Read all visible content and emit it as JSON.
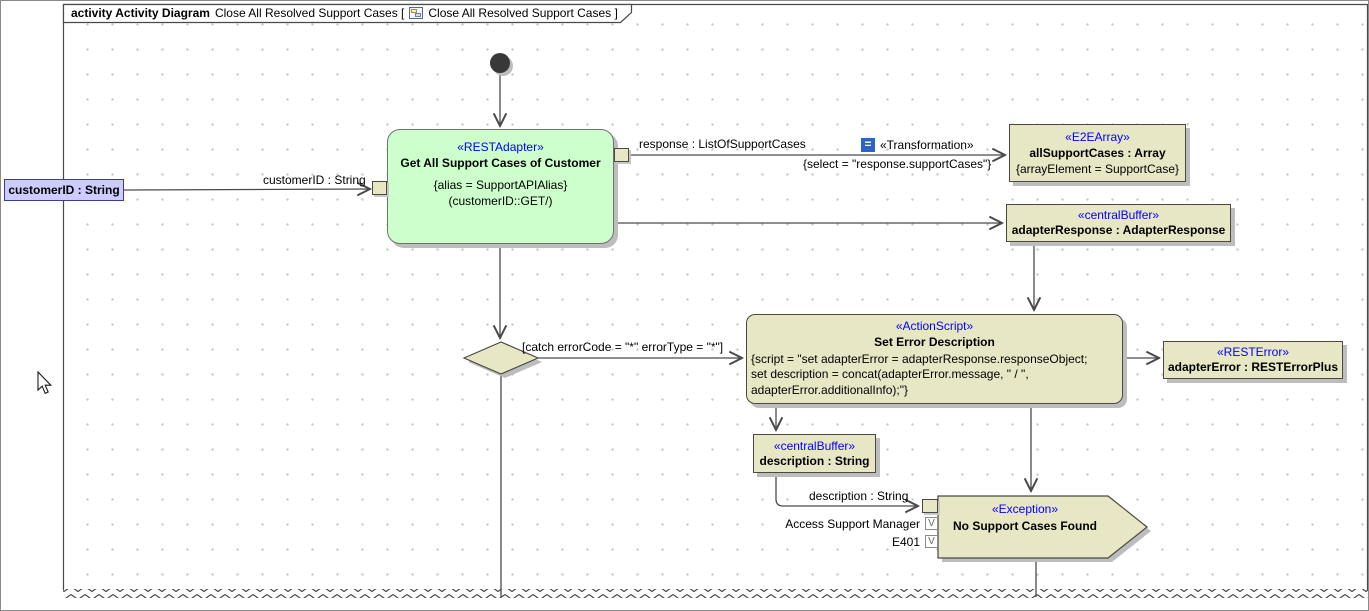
{
  "diagram": {
    "title_bold": "activity Activity Diagram",
    "title_mid": "Close All Resolved Support Cases [",
    "title_end": "Close All Resolved Support Cases ]"
  },
  "colors": {
    "action_green": "#CCFFCC",
    "element_beige": "#E7E7C6",
    "param_lavender": "#CCCCFF",
    "stereotype_blue": "#0000FF",
    "connector_gray": "#4a4a4a",
    "shadow_gray": "#bdbdbd"
  },
  "nodes": {
    "customer_param": {
      "name": "customerID : String"
    },
    "rest_adapter": {
      "stereotype": "«RESTAdapter»",
      "name": "Get All Support Cases of Customer",
      "tag_alias": "{alias = SupportAPIAlias}",
      "tag_call": "(customerID::GET/)"
    },
    "e2e_array": {
      "stereotype": "«E2EArray»",
      "name": "allSupportCases : Array",
      "tag": "{arrayElement = SupportCase}"
    },
    "adapter_response_buffer": {
      "stereotype": "«centralBuffer»",
      "name": "adapterResponse : AdapterResponse"
    },
    "action_script": {
      "stereotype": "«ActionScript»",
      "name": "Set Error Description",
      "script_line1": "{script = \"set adapterError = adapterResponse.responseObject;",
      "script_line2": "set description = concat(adapterError.message, \" / \",",
      "script_line3": "adapterError.additionalInfo);\"}"
    },
    "rest_error": {
      "stereotype": "«RESTError»",
      "name": "adapterError : RESTErrorPlus"
    },
    "description_buffer": {
      "stereotype": "«centralBuffer»",
      "name": "description : String"
    },
    "exception": {
      "stereotype": "«Exception»",
      "name": "No Support Cases Found"
    }
  },
  "edges": {
    "customer_in": {
      "label": "customerID : String"
    },
    "response": {
      "label": "response : ListOfSupportCases",
      "transform_icon": "=",
      "transform_stereotype": "«Transformation»",
      "transform_tag": "{select = \"response.supportCases\"}"
    },
    "catch": {
      "label": "[catch errorCode = \"*\" errorType = \"*\"]"
    },
    "description_out": {
      "label": "description : String"
    }
  },
  "exception_pins": {
    "manager_label": "Access Support Manager",
    "code_label": "E401",
    "value_marker": "V"
  }
}
